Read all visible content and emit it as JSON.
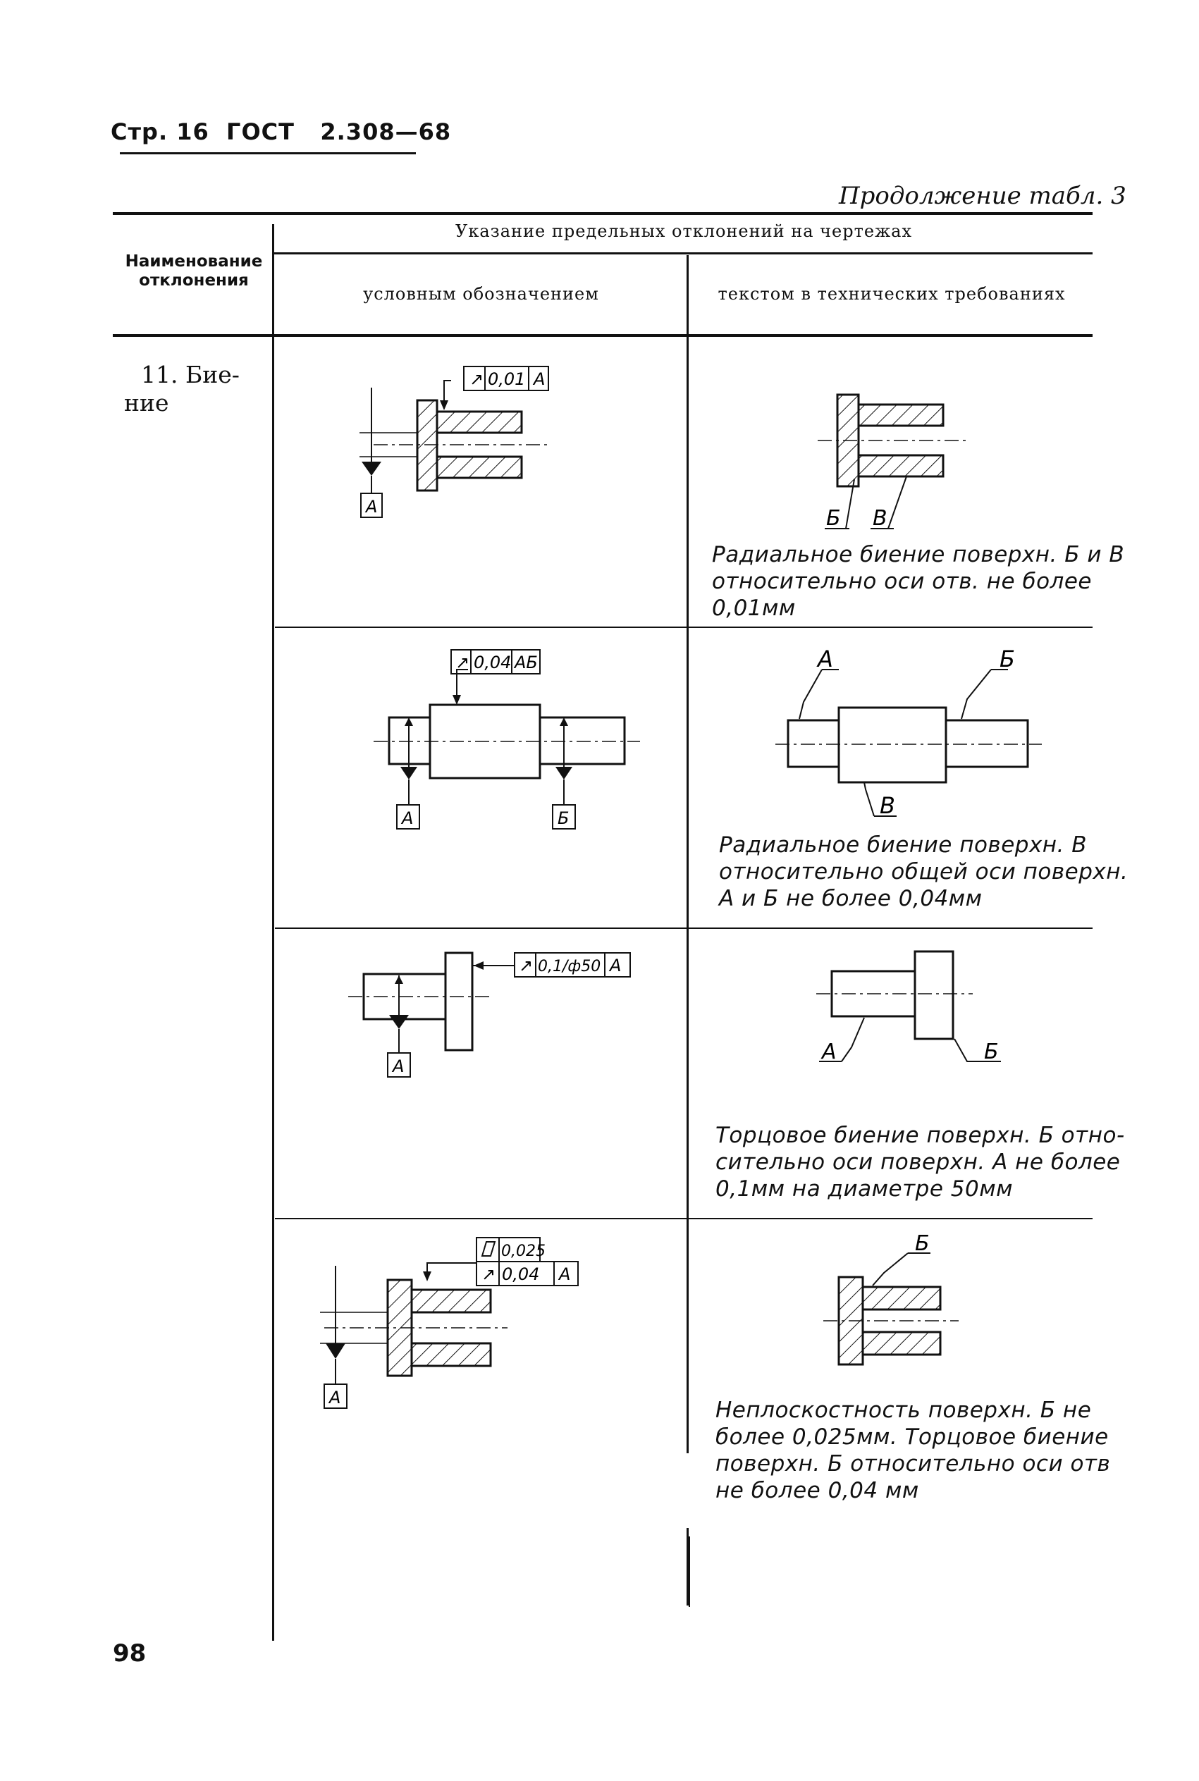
{
  "header": {
    "page_ref": "Стр. 16",
    "standard": "ГОСТ",
    "number": "2.308—68",
    "continuation": "Продолжение табл. 3",
    "page_number": "98"
  },
  "table": {
    "col_name": [
      "Наименование",
      "отклонения"
    ],
    "col_group": "Указание предельных отклонений на чертежах",
    "col_symbol": "условным обозначением",
    "col_text": "текстом в технических требованиях",
    "row_name": [
      "11. Бие-",
      "ние"
    ]
  },
  "drawings": {
    "d1": {
      "frame_value": "0,01",
      "frame_base": "А",
      "base_label": "А"
    },
    "d2": {
      "frame_value": "0,04",
      "frame_base": "АБ",
      "base_a": "А",
      "base_b": "Б"
    },
    "d3": {
      "frame_value": "0,1/ф50",
      "frame_base": "А",
      "base_label": "А"
    },
    "d4": {
      "flat_value": "0,025",
      "frame_value": "0,04",
      "frame_base": "А",
      "base_label": "А"
    }
  },
  "texts": {
    "t1": {
      "labels": [
        "Б",
        "В"
      ],
      "lines": [
        "Радиальное биение поверхн. Б и В",
        "относительно оси отв. не более",
        "0,01мм"
      ]
    },
    "t2": {
      "labels": [
        "А",
        "Б",
        "В"
      ],
      "lines": [
        "Радиальное биение поверхн. В",
        "относительно общей оси поверхн.",
        "А и Б не более 0,04мм"
      ]
    },
    "t3": {
      "labels": [
        "А",
        "Б"
      ],
      "lines": [
        "Торцовое биение поверхн. Б отно-",
        "сительно оси поверхн. А не более",
        "0,1мм на диаметре 50мм"
      ]
    },
    "t4": {
      "labels": [
        "Б"
      ],
      "lines": [
        "Неплоскостность поверхн. Б не",
        "более 0,025мм. Торцовое биение",
        "поверхн. Б относительно оси отв",
        "не более 0,04 мм"
      ]
    }
  }
}
